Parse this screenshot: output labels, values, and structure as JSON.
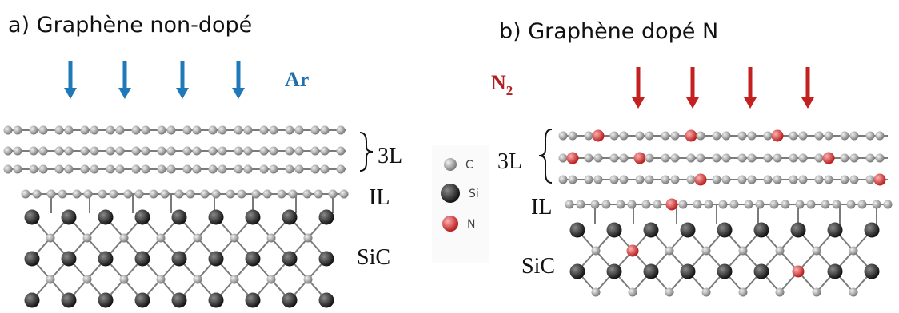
{
  "panel_a": {
    "title": "a) Graphène non-dopé",
    "gas": "Ar",
    "layers_label": "3L",
    "interface_label": "IL",
    "substrate_label": "SiC"
  },
  "panel_b": {
    "title": "b) Graphène dopé N",
    "gas_main": "N",
    "gas_sub": "2",
    "layers_label": "3L",
    "interface_label": "IL",
    "substrate_label": "SiC"
  },
  "legend": {
    "items": [
      {
        "label": "C",
        "color": "#a0a0a0"
      },
      {
        "label": "Si",
        "color": "#2b2b2b"
      },
      {
        "label": "N",
        "color": "#e04545"
      }
    ]
  },
  "colors": {
    "argon_arrow": "#1f78b8",
    "argon_text": "#1f6fae",
    "nitrogen_arrow": "#c42020",
    "nitrogen_text": "#b02020",
    "carbon": "#a0a0a0",
    "silicon": "#2b2b2b",
    "nitrogen": "#e04545"
  }
}
